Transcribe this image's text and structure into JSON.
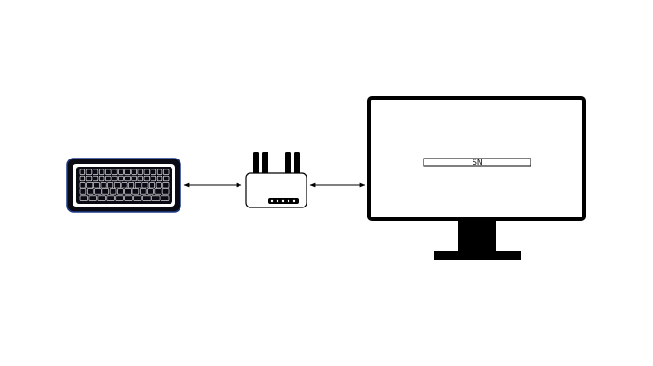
{
  "diagram": {
    "nodes": [
      {
        "id": "keyboard",
        "icon": "keyboard-icon"
      },
      {
        "id": "router",
        "icon": "wifi-router-icon"
      },
      {
        "id": "monitor",
        "icon": "monitor-icon"
      }
    ],
    "edges": [
      {
        "from": "keyboard",
        "to": "router",
        "direction": "bidirectional"
      },
      {
        "from": "router",
        "to": "monitor",
        "direction": "bidirectional"
      }
    ],
    "monitor_screen_text": "SN"
  },
  "colors": {
    "stroke": "#000000",
    "keyboard_frame": "#0a0a14",
    "keyboard_outline": "#1e3a8a",
    "background": "#ffffff"
  }
}
